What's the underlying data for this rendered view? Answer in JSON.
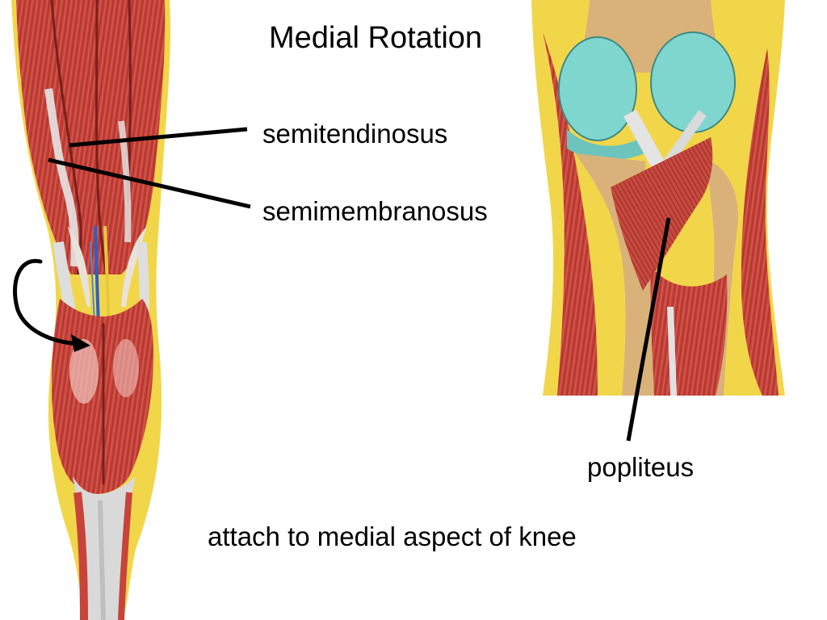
{
  "slide": {
    "title": "Medial Rotation",
    "labels": {
      "semitendinosus": "semitendinosus",
      "semimembranosus": "semimembranosus",
      "popliteus": "popliteus"
    },
    "caption": "attach to medial aspect of knee"
  },
  "colors": {
    "muscle": "#c8433a",
    "muscle_dark": "#8e2a23",
    "tendon": "#dcdcdc",
    "cartilage": "#7fd6cf",
    "bone": "#d9b27a",
    "fat": "#f2d64a",
    "leader_line": "#000000"
  }
}
